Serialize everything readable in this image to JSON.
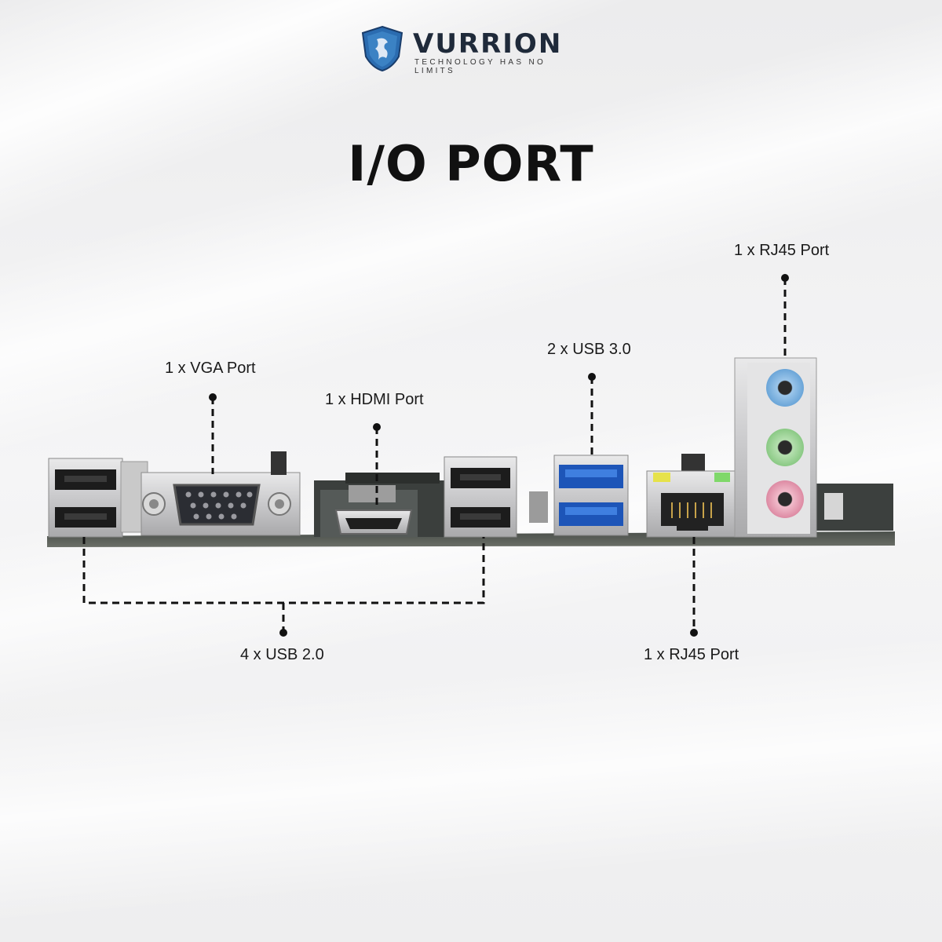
{
  "brand": {
    "name": "VURRION",
    "tagline": "TECHNOLOGY HAS NO LIMITS",
    "colors": {
      "shield": "#2b6cb0",
      "text": "#1f2a3a"
    }
  },
  "title": "I/O PORT",
  "callouts": {
    "vga": "1 x VGA Port",
    "hdmi": "1 x HDMI Port",
    "usb3": "2 x USB 3.0",
    "rj45_top": "1 x RJ45 Port",
    "usb2": "4 x USB 2.0",
    "rj45_bottom": "1 x RJ45 Port"
  },
  "colors": {
    "usb3_blue": "#2f6fd0",
    "audio_blue": "#7fb3e0",
    "audio_green": "#9fd39a",
    "audio_pink": "#e7a3b8"
  }
}
